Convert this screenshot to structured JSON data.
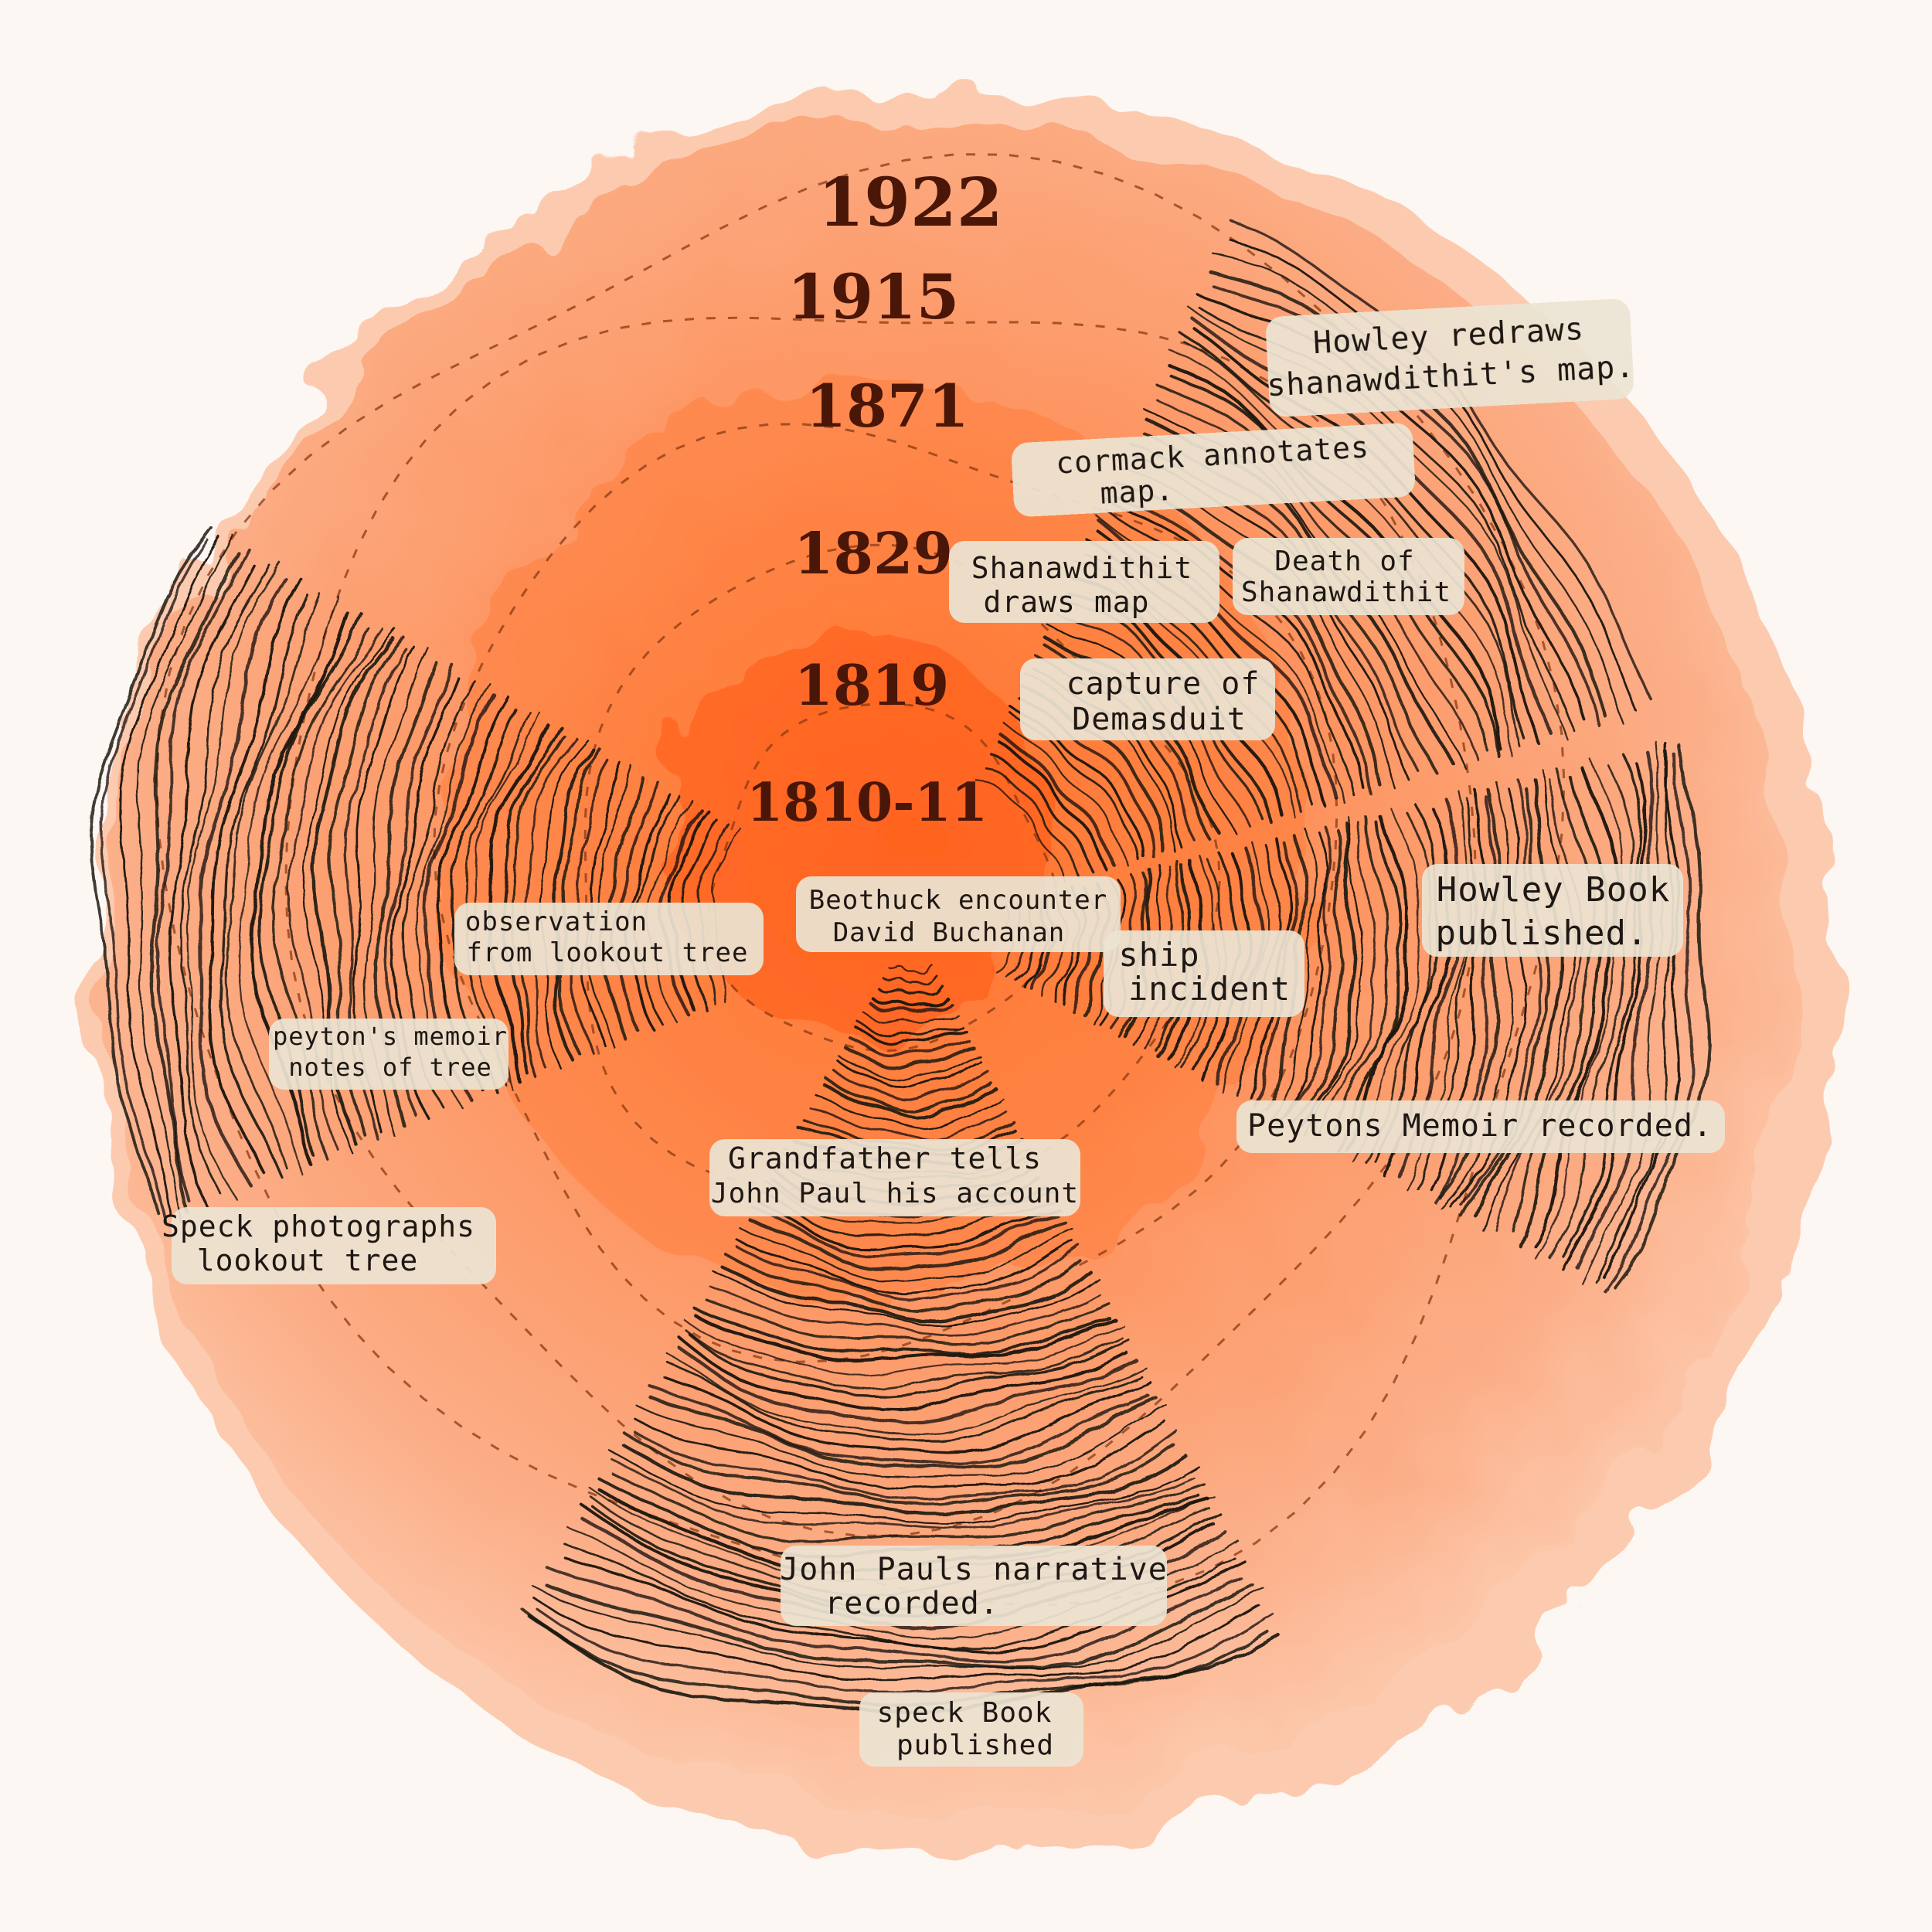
{
  "years": [
    "1922",
    "1915",
    "1871",
    "1829",
    "1819",
    "1810-11"
  ],
  "notes": {
    "howley_redraws": [
      "Howley redraws",
      "shanawdithit's map."
    ],
    "cormack": [
      "cormack annotates",
      "map."
    ],
    "shanawdithit_draws": [
      "Shanawdithit",
      "draws map"
    ],
    "death": [
      "Death of",
      "Shanawdithit"
    ],
    "capture": [
      "capture of",
      "Demasduit"
    ],
    "beothuck": [
      "Beothuck encounter",
      "David Buchanan"
    ],
    "observation": [
      "observation",
      "from lookout tree"
    ],
    "ship": [
      "ship",
      "incident"
    ],
    "howley_book": [
      "Howley Book",
      "published."
    ],
    "peytons_memoir_notes": [
      "peyton's memoir",
      "notes of tree"
    ],
    "peytons_memoir_recorded": [
      "Peytons Memoir recorded."
    ],
    "grandfather": [
      "Grandfather tells",
      "John Paul his account"
    ],
    "speck_photographs": [
      "Speck photographs",
      "lookout tree"
    ],
    "john_paul_narrative": [
      "John Pauls narrative",
      "recorded."
    ],
    "speck_book": [
      "speck Book",
      "published"
    ]
  },
  "colors": {
    "background": "#fdf7f3",
    "wash_outer": "#fbb48d",
    "wash_inner": "#ff6a22",
    "ink": "#1a1411",
    "label_paper": "#ece3d2",
    "year_ink": "#4a1608"
  }
}
